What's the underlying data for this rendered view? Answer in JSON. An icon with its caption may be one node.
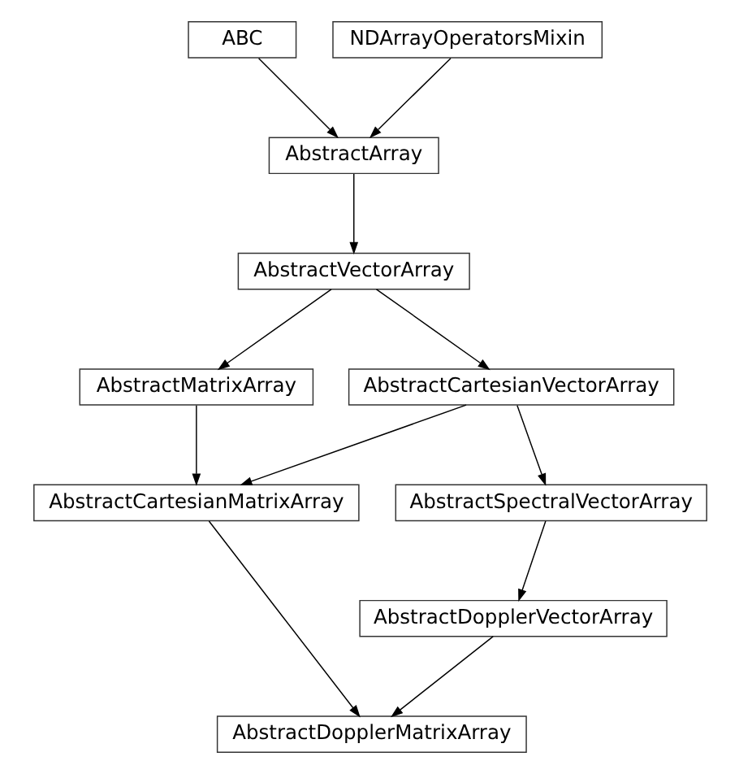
{
  "diagram": {
    "nodes": [
      {
        "text": [
          "ABC"
        ]
      },
      {
        "text": [
          "NDArrayOperatorsMixin"
        ]
      },
      {
        "text": [
          "AbstractArray"
        ]
      },
      {
        "text": [
          "AbstractVectorArray"
        ]
      },
      {
        "text": [
          "AbstractMatrixArray"
        ]
      },
      {
        "text": [
          "AbstractCartesianVectorArray"
        ]
      },
      {
        "text": [
          "AbstractCartesianMatrixArray"
        ]
      },
      {
        "text": [
          "AbstractSpectralVectorArray"
        ]
      },
      {
        "text": [
          "AbstractDopplerVectorArray"
        ]
      },
      {
        "text": [
          "AbstractDopplerMatrixArray"
        ]
      }
    ],
    "edges": [
      {
        "from": 0,
        "to": 2,
        "arrow": "to"
      },
      {
        "from": 1,
        "to": 2,
        "arrow": "to"
      },
      {
        "from": 2,
        "to": 3,
        "arrow": "to"
      },
      {
        "from": 3,
        "to": 4,
        "arrow": "to"
      },
      {
        "from": 3,
        "to": 5,
        "arrow": "to"
      },
      {
        "from": 4,
        "to": 6,
        "arrow": "to"
      },
      {
        "from": 5,
        "to": 6,
        "arrow": "to"
      },
      {
        "from": 5,
        "to": 7,
        "arrow": "to"
      },
      {
        "from": 7,
        "to": 8,
        "arrow": "to"
      },
      {
        "from": 6,
        "to": 9,
        "arrow": "to"
      },
      {
        "from": 8,
        "to": 9,
        "arrow": "to"
      }
    ]
  }
}
